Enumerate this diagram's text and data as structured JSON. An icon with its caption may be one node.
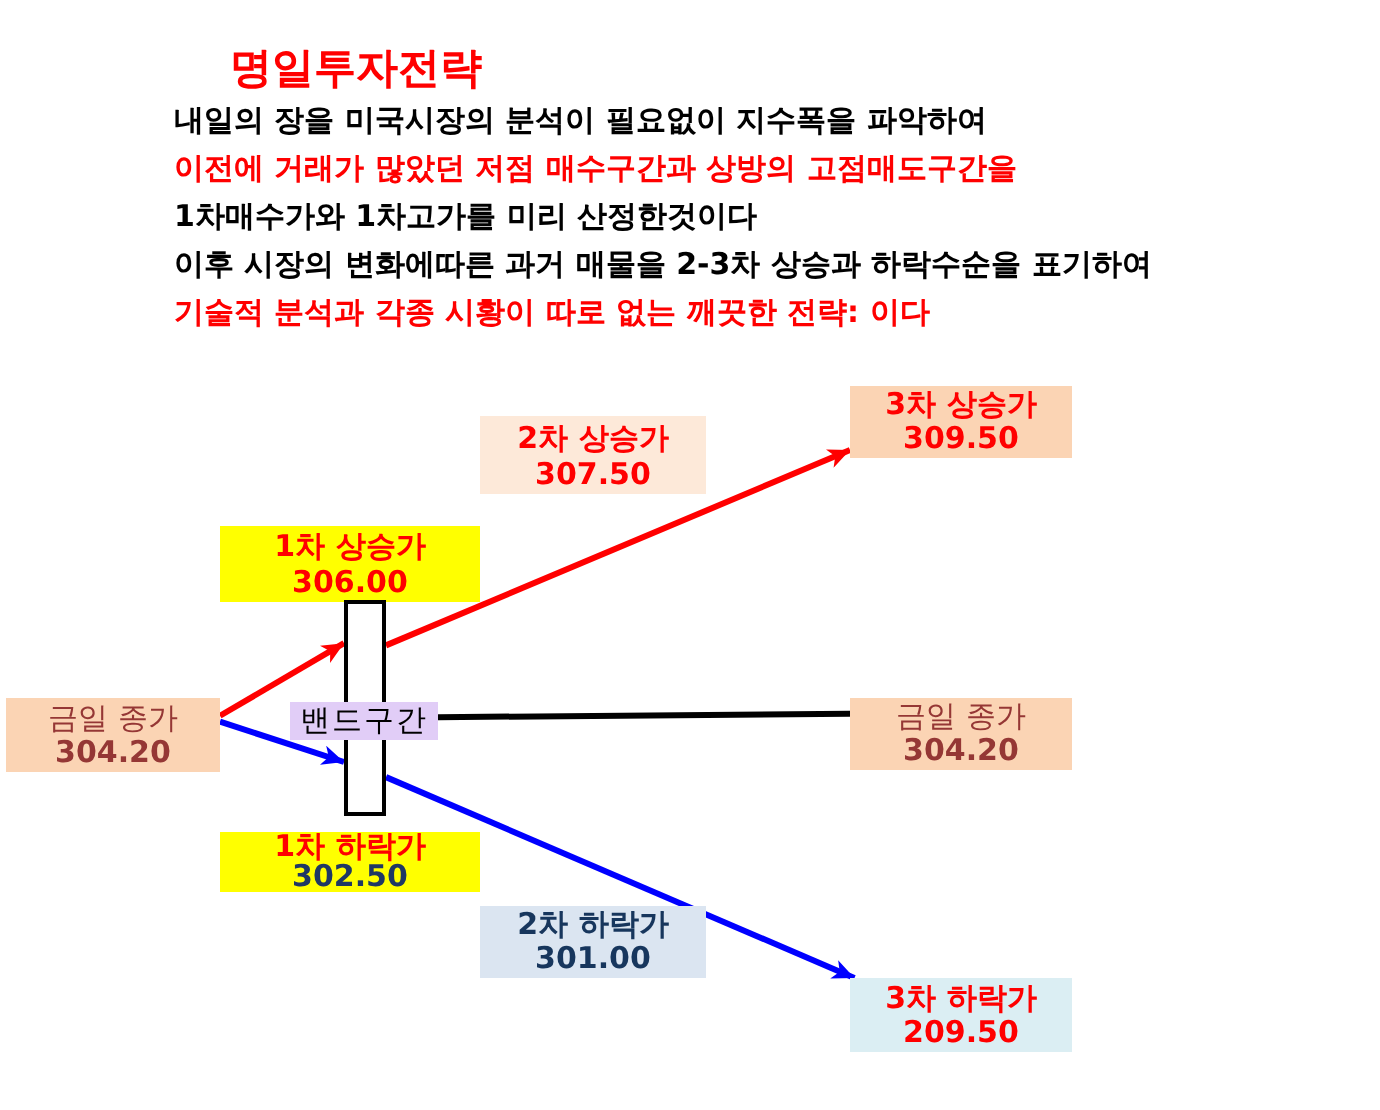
{
  "diagram": {
    "title": "명일투자전략",
    "nodes": [
      {
        "text": [
          "2차 상승가",
          "307.50"
        ]
      },
      {
        "text": [
          "3차 상승가",
          "309.50"
        ]
      },
      {
        "text": [
          "1차 상승가",
          "306.00"
        ]
      },
      {
        "text": [],
        "shape": "box"
      },
      {
        "text": [
          "금일 종가",
          "304.20"
        ]
      },
      {
        "text": [
          "밴드구간"
        ]
      },
      {
        "text": [
          "금일 종가",
          "304.20"
        ]
      },
      {
        "text": [
          "1차 하락가",
          "302.50"
        ]
      },
      {
        "text": [
          "2차 하락가",
          "301.00"
        ]
      },
      {
        "text": [
          "3차 하락가",
          "209.50"
        ]
      }
    ],
    "edges": [
      {
        "from": 4,
        "to": 3,
        "arrow": "to",
        "color": "#ff0000"
      },
      {
        "from": 3,
        "to": 1,
        "arrow": "to",
        "color": "#ff0000"
      },
      {
        "from": 4,
        "to": 3,
        "arrow": "to",
        "color": "#0000ff"
      },
      {
        "from": 3,
        "to": 9,
        "arrow": "to",
        "color": "#0000ff"
      },
      {
        "from": 5,
        "to": 6,
        "arrow": "none",
        "color": "#000000"
      }
    ],
    "labels": [
      "내일의 장을 미국시장의 분석이 필요없이 지수폭을 파악하여",
      "이전에 거래가 많았던 저점 매수구간과 상방의 고점매도구간을",
      "1차매수가와 1차고가를 미리 산정한것이다",
      "이후 시장의 변화에따른 과거 매물을 2-3차 상승과 하락수순을 표기하여",
      "기술적 분석과 각종 시황이 따로 없는 깨끗한 전략: 이다"
    ]
  }
}
